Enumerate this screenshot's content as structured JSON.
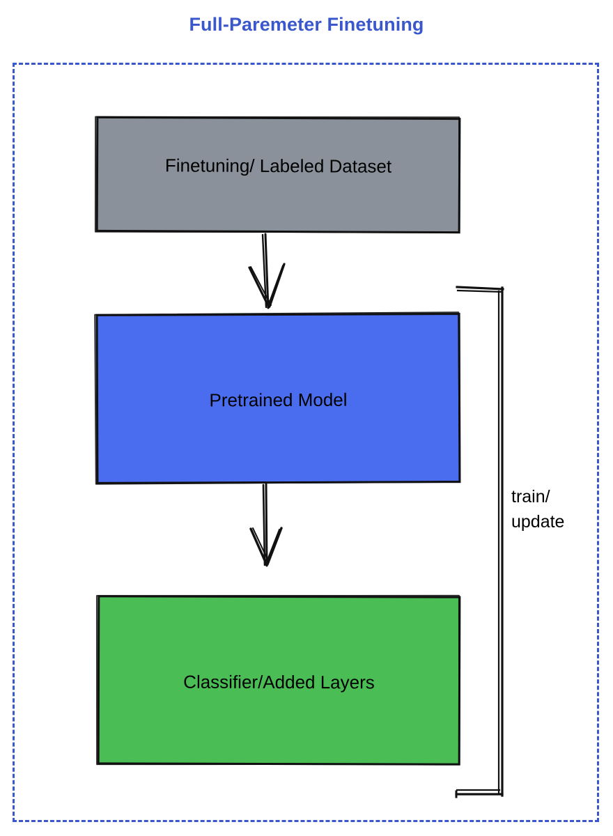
{
  "diagram": {
    "title": "Full-Paremeter Finetuning",
    "title_color": "#3a58cc",
    "frame": {
      "style": "dashed",
      "color": "#3a58cc"
    },
    "nodes": [
      {
        "id": "dataset",
        "label": "Finetuning/ Labeled Dataset",
        "fill": "#8a919b",
        "stroke": "#111111",
        "shape": "rectangle"
      },
      {
        "id": "pretrained",
        "label": "Pretrained Model",
        "fill": "#4a6df0",
        "stroke": "#111111",
        "shape": "rectangle"
      },
      {
        "id": "classifier",
        "label": "Classifier/Added Layers",
        "fill": "#4abe55",
        "stroke": "#111111",
        "shape": "rectangle"
      }
    ],
    "edges": [
      {
        "id": "dataset-to-pretrained",
        "from": "dataset",
        "to": "pretrained",
        "label": "",
        "style": "arrow-down"
      },
      {
        "id": "pretrained-to-classifier",
        "from": "pretrained",
        "to": "classifier",
        "label": "",
        "style": "arrow-down"
      },
      {
        "id": "feedback-loop",
        "from": "classifier",
        "to": "pretrained",
        "label_line1": "train/",
        "label_line2": "update",
        "style": "bracket-right"
      }
    ]
  }
}
